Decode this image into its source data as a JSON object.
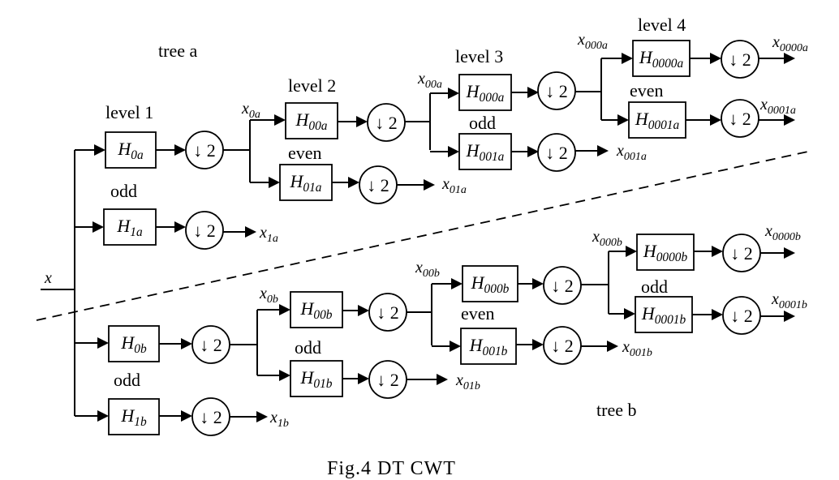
{
  "labels": {
    "tree_a": "tree a",
    "tree_b": "tree b",
    "level1": "level 1",
    "level2": "level 2",
    "level3": "level 3",
    "level4": "level 4",
    "odd_l1a": "odd",
    "even_l2a": "even",
    "odd_l3a": "odd",
    "even_l4a": "even",
    "odd_l1b": "odd",
    "odd_l2b": "odd",
    "even_l3b": "even",
    "odd_l4b": "odd",
    "input": "x",
    "caption": "Fig.4 DT CWT"
  },
  "downsampler": {
    "arrow": "↓",
    "factor": "2"
  },
  "filters": {
    "h0a": {
      "main": "H",
      "sub": "0a"
    },
    "h1a": {
      "main": "H",
      "sub": "1a"
    },
    "h00a": {
      "main": "H",
      "sub": "00a"
    },
    "h01a": {
      "main": "H",
      "sub": "01a"
    },
    "h000a": {
      "main": "H",
      "sub": "000a"
    },
    "h001a": {
      "main": "H",
      "sub": "001a"
    },
    "h0000a": {
      "main": "H",
      "sub": "0000a"
    },
    "h0001a": {
      "main": "H",
      "sub": "0001a"
    },
    "h0b": {
      "main": "H",
      "sub": "0b"
    },
    "h1b": {
      "main": "H",
      "sub": "1b"
    },
    "h00b": {
      "main": "H",
      "sub": "00b"
    },
    "h01b": {
      "main": "H",
      "sub": "01b"
    },
    "h000b": {
      "main": "H",
      "sub": "000b"
    },
    "h001b": {
      "main": "H",
      "sub": "001b"
    },
    "h0000b": {
      "main": "H",
      "sub": "0000b"
    },
    "h0001b": {
      "main": "H",
      "sub": "0001b"
    }
  },
  "signals": {
    "x0a": {
      "main": "x",
      "sub": "0a"
    },
    "x00a": {
      "main": "x",
      "sub": "00a"
    },
    "x000a": {
      "main": "x",
      "sub": "000a"
    },
    "x0000a": {
      "main": "x",
      "sub": "0000a"
    },
    "x0001a": {
      "main": "x",
      "sub": "0001a"
    },
    "x001a": {
      "main": "x",
      "sub": "001a"
    },
    "x01a": {
      "main": "x",
      "sub": "01a"
    },
    "x1a": {
      "main": "x",
      "sub": "1a"
    },
    "x0b": {
      "main": "x",
      "sub": "0b"
    },
    "x00b": {
      "main": "x",
      "sub": "00b"
    },
    "x000b": {
      "main": "x",
      "sub": "000b"
    },
    "x0000b": {
      "main": "x",
      "sub": "0000b"
    },
    "x0001b": {
      "main": "x",
      "sub": "0001b"
    },
    "x001b": {
      "main": "x",
      "sub": "001b"
    },
    "x01b": {
      "main": "x",
      "sub": "01b"
    },
    "x1b": {
      "main": "x",
      "sub": "1b"
    }
  }
}
